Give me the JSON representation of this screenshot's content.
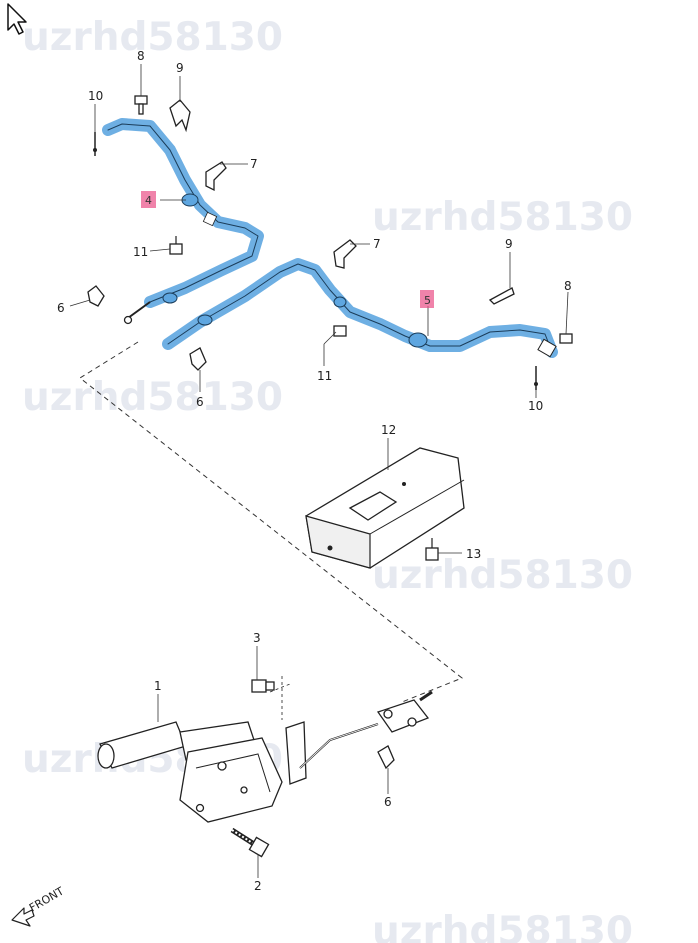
{
  "watermark_text": "uzrhd58130",
  "front_label": "FRONT",
  "highlight_color": "#5ea6e0",
  "highlight_label_color": "#e94f86",
  "callouts": {
    "c10a": "10",
    "c8a": "8",
    "c9a": "9",
    "c7a": "7",
    "c4": "4",
    "c11a": "11",
    "c6a": "6",
    "c6b": "6",
    "c7b": "7",
    "c9b": "9",
    "c5": "5",
    "c8b": "8",
    "c11b": "11",
    "c10b": "10",
    "c12": "12",
    "c13": "13",
    "c3": "3",
    "c1": "1",
    "c6c": "6",
    "c2": "2"
  },
  "icons": {
    "cursor": "mouse-pointer-icon",
    "front": "front-arrow-icon"
  }
}
